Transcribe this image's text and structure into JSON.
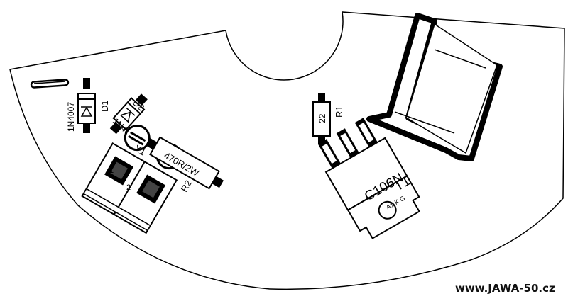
{
  "watermark": "www.JAWA-50.cz",
  "components": {
    "d1": {
      "ref": "D1",
      "value": "1N4007"
    },
    "d2": {
      "ref": "D2",
      "value": "1N4007"
    },
    "r1": {
      "ref": "R1",
      "value": "22"
    },
    "r2": {
      "ref": "R2",
      "value": "470R/2W"
    },
    "x1": {
      "ref": "X1",
      "pin1": "1",
      "pin2": "2"
    },
    "t1": {
      "ref": "T1",
      "value": "C106N",
      "pins": "A1 K G"
    }
  }
}
